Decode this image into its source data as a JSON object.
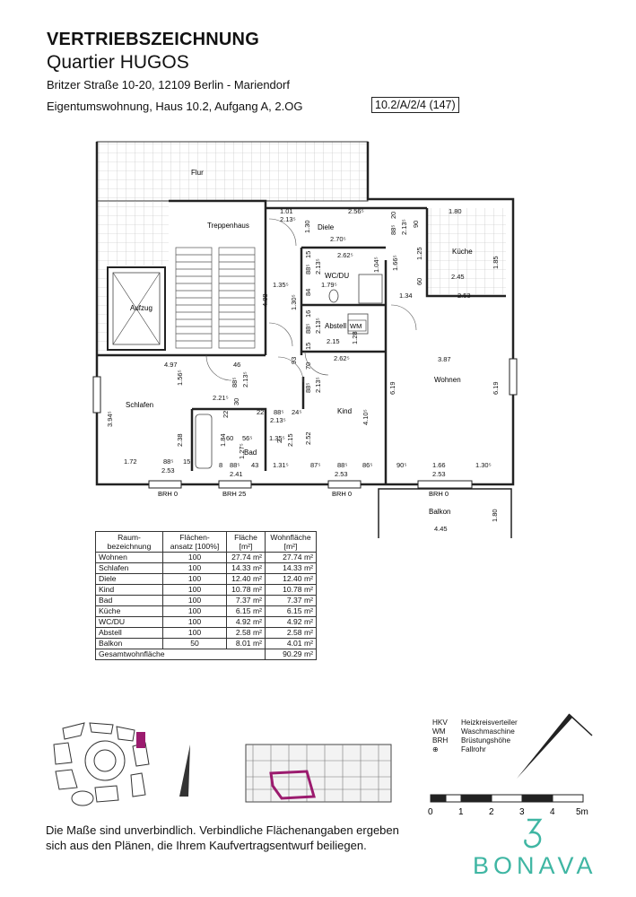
{
  "header": {
    "title": "VERTRIEBSZEICHNUNG",
    "project": "Quartier HUGOS",
    "address": "Britzer Straße 10-20, 12109 Berlin - Mariendorf",
    "unit_desc": "Eigentumswohnung, Haus 10.2, Aufgang A, 2.OG",
    "unit_code": "10.2/A/2/4 (147)"
  },
  "plan": {
    "rooms": {
      "flur": "Flur",
      "treppenhaus": "Treppenhaus",
      "aufzug": "Aufzug",
      "diele": "Diele",
      "wcdu": "WC/DU",
      "kueche": "Küche",
      "abstell": "Abstell",
      "wm": "WM",
      "schlafen": "Schlafen",
      "bad": "Bad",
      "kind": "Kind",
      "wohnen": "Wohnen",
      "balkon": "Balkon"
    },
    "dims": {
      "d_101": "1.01",
      "d_2135a": "2.13⁵",
      "d_2565": "2.56⁵",
      "d_180k": "1.80",
      "d_130": "1.30",
      "d_2705": "2.70⁵",
      "d_885a": "88⁵",
      "d_2135b": "2.13⁵",
      "d_90": "90",
      "d_20": "20",
      "d_2625a": "2.62⁵",
      "d_15a": "15",
      "d_885c": "88⁵",
      "d_2135c": "2.13⁵",
      "d_1045": "1.04⁵",
      "d_1665": "1.66⁵",
      "d_125": "1.25",
      "d_185": "1.85",
      "d_245": "2.45",
      "d_1795": "1.79⁵",
      "d_60": "60",
      "d_134": "1.34",
      "d_253k": "2.53",
      "d_488": "4.88",
      "d_1355": "1.35⁵",
      "d_84": "84",
      "d_1305": "1.30⁵",
      "d_16": "16",
      "d_885d": "88⁵",
      "d_2135d": "2.13⁵",
      "d_215": "2.15",
      "d_128": "1.28",
      "d_15b": "15",
      "d_2625b": "2.62⁵",
      "d_497": "4.97",
      "d_46": "46",
      "d_93": "93",
      "d_70": "70",
      "d_387": "3.87",
      "d_1565": "1.56⁵",
      "d_885e": "88⁵",
      "d_2135e": "2.13⁵",
      "d_885f": "88⁵",
      "d_2135f": "2.13⁵",
      "d_619a": "6.19",
      "d_619b": "6.19",
      "d_2215": "2.21⁵",
      "d_30": "30",
      "d_22a": "22",
      "d_22b": "22⁵",
      "d_885g": "88⁵",
      "d_245b": "24⁵",
      "d_2135g": "2.13⁵",
      "d_3945": "3.94⁵",
      "d_4105": "4.10⁵",
      "d_238": "2.38",
      "d_184": "1.84",
      "d_60b": "60",
      "d_565": "56⁵",
      "d_1355b": "1.35⁵",
      "d_2": "2",
      "d_215b": "2.15",
      "d_252": "2.52",
      "d_1275": "1.27⁵",
      "d_172": "1.72",
      "d_885h": "88⁵",
      "d_15c": "15",
      "d_8": "8",
      "d_885i": "88⁵",
      "d_43": "43",
      "d_1315": "1.31⁵",
      "d_875": "87⁵",
      "d_885j": "88⁵",
      "d_865": "86⁵",
      "d_905": "90⁵",
      "d_166": "1.66",
      "d_1305b": "1.30⁵",
      "d_253a": "2.53",
      "d_241": "2.41",
      "d_253b": "2.53",
      "d_253c": "2.53",
      "d_180b": "1.80",
      "d_445": "4.45"
    },
    "brh": {
      "b1": "BRH 0",
      "b2": "BRH 25",
      "b3": "BRH 0",
      "b4": "BRH 0"
    }
  },
  "area_table": {
    "headers": {
      "col1": "Raum-\nbezeichnung",
      "col2": "Flächen-\nansatz [100%]",
      "col3": "Fläche\n[m²]",
      "col4": "Wohnfläche\n[m²]"
    },
    "rows": [
      {
        "name": "Wohnen",
        "ansatz": "100",
        "flaeche": "27.74 m²",
        "wohn": "27.74 m²"
      },
      {
        "name": "Schlafen",
        "ansatz": "100",
        "flaeche": "14.33 m²",
        "wohn": "14.33 m²"
      },
      {
        "name": "Diele",
        "ansatz": "100",
        "flaeche": "12.40 m²",
        "wohn": "12.40 m²"
      },
      {
        "name": "Kind",
        "ansatz": "100",
        "flaeche": "10.78 m²",
        "wohn": "10.78 m²"
      },
      {
        "name": "Bad",
        "ansatz": "100",
        "flaeche": "7.37 m²",
        "wohn": "7.37 m²"
      },
      {
        "name": "Küche",
        "ansatz": "100",
        "flaeche": "6.15 m²",
        "wohn": "6.15 m²"
      },
      {
        "name": "WC/DU",
        "ansatz": "100",
        "flaeche": "4.92 m²",
        "wohn": "4.92 m²"
      },
      {
        "name": "Abstell",
        "ansatz": "100",
        "flaeche": "2.58 m²",
        "wohn": "2.58 m²"
      },
      {
        "name": "Balkon",
        "ansatz": "50",
        "flaeche": "8.01 m²",
        "wohn": "4.01 m²"
      }
    ],
    "total_label": "Gesamtwohnfläche",
    "total_value": "90.29 m²"
  },
  "legend": [
    {
      "key": "HKV",
      "value": "Heizkreisverteiler"
    },
    {
      "key": "WM",
      "value": "Waschmaschine"
    },
    {
      "key": "BRH",
      "value": "Brüstungshöhe"
    },
    {
      "key": "⊕",
      "value": "Fallrohr"
    }
  ],
  "scale": {
    "labels": [
      "0",
      "1",
      "2",
      "3",
      "4",
      "5m"
    ]
  },
  "disclaimer": {
    "line1": "Die Maße sind unverbindlich. Verbindliche Flächenangaben ergeben",
    "line2": "sich aus den Plänen, die Ihrem Kaufvertragsentwurf beiliegen."
  },
  "brand": {
    "name": "BONAVA",
    "color": "#3fb6a3"
  },
  "colors": {
    "highlight": "#9b1b6e"
  }
}
